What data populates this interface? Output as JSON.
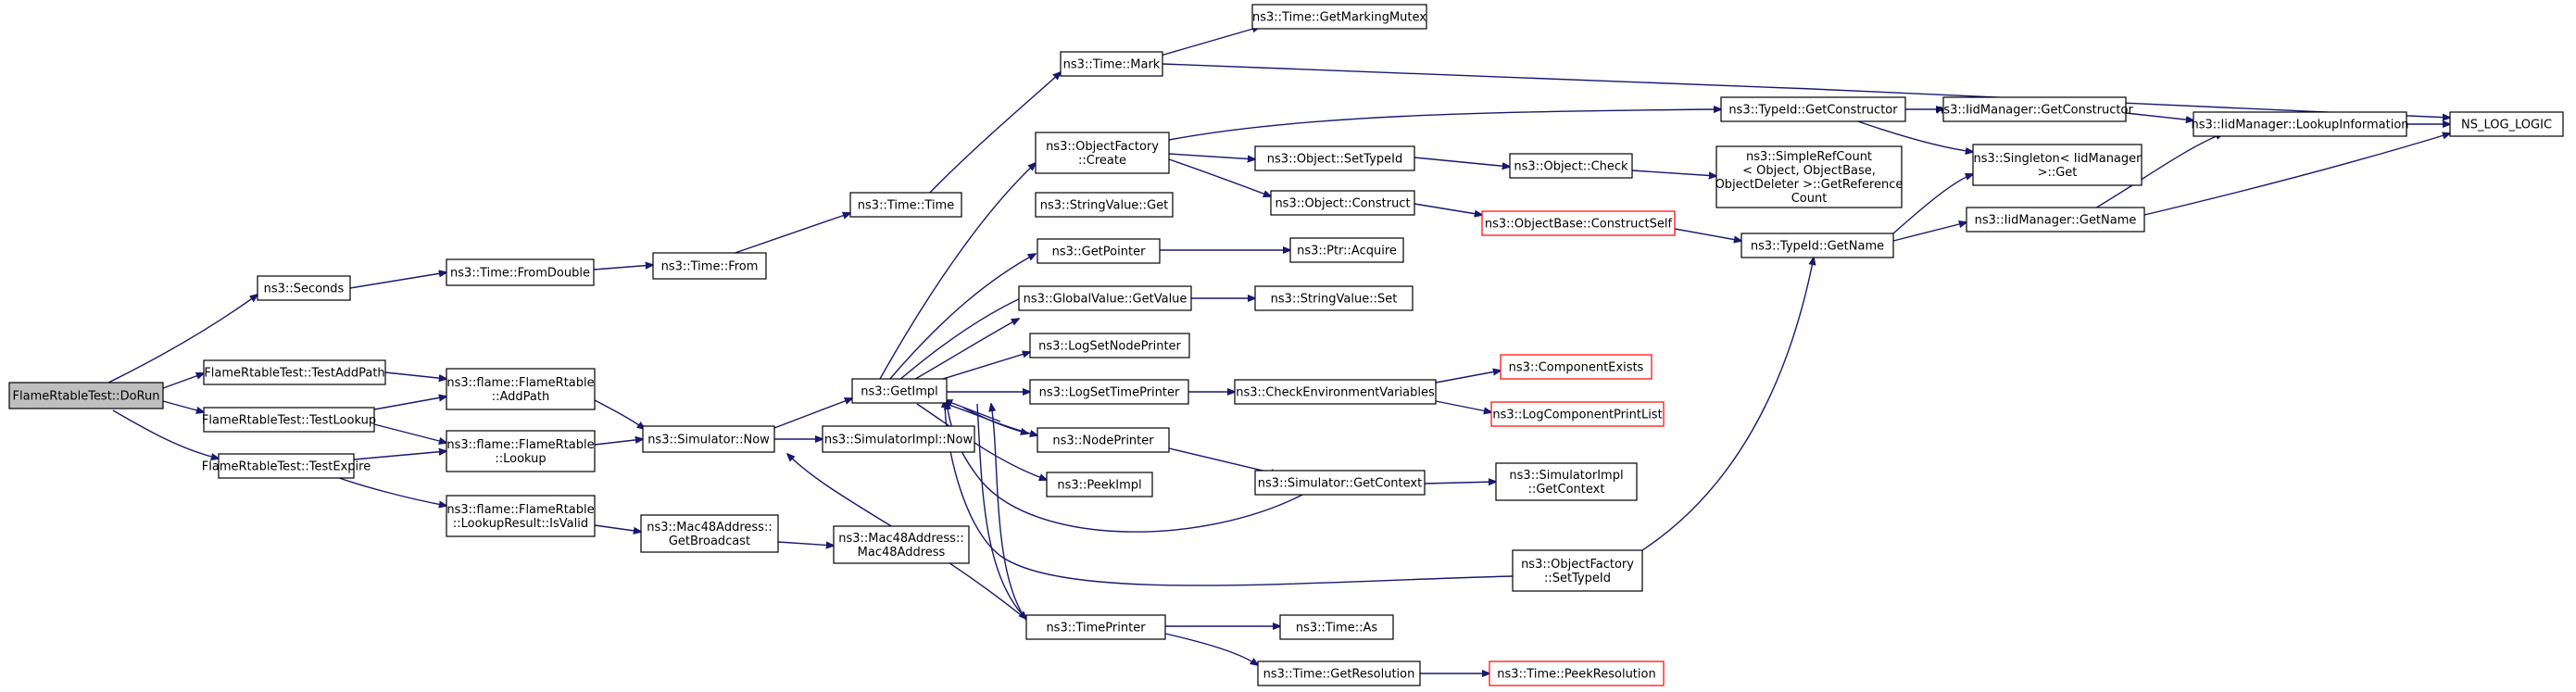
{
  "colors": {
    "edge": "#191970",
    "node_border": "#000000",
    "truncated_border": "#ff0000",
    "root_fill": "#bfbfbf",
    "background": "#ffffff"
  },
  "nodes": {
    "doRun": {
      "lines": [
        "FlameRtableTest::DoRun"
      ],
      "root": true
    },
    "seconds": {
      "lines": [
        "ns3::Seconds"
      ]
    },
    "testAddPath": {
      "lines": [
        "FlameRtableTest::TestAddPath"
      ]
    },
    "testLookup": {
      "lines": [
        "FlameRtableTest::TestLookup"
      ]
    },
    "testExpire": {
      "lines": [
        "FlameRtableTest::TestExpire"
      ]
    },
    "fromDouble": {
      "lines": [
        "ns3::Time::FromDouble"
      ]
    },
    "addPath": {
      "lines": [
        "ns3::flame::FlameRtable",
        "::AddPath"
      ]
    },
    "lookup": {
      "lines": [
        "ns3::flame::FlameRtable",
        "::Lookup"
      ]
    },
    "isValid": {
      "lines": [
        "ns3::flame::FlameRtable",
        "::LookupResult::IsValid"
      ]
    },
    "timeFrom": {
      "lines": [
        "ns3::Time::From"
      ]
    },
    "simNow": {
      "lines": [
        "ns3::Simulator::Now"
      ]
    },
    "getBroadcast": {
      "lines": [
        "ns3::Mac48Address::",
        "GetBroadcast"
      ]
    },
    "timeTime": {
      "lines": [
        "ns3::Time::Time"
      ]
    },
    "simImplNow": {
      "lines": [
        "ns3::SimulatorImpl::Now"
      ]
    },
    "mac48Ctor": {
      "lines": [
        "ns3::Mac48Address::",
        "Mac48Address"
      ]
    },
    "getImpl": {
      "lines": [
        "ns3::GetImpl"
      ]
    },
    "timeMark": {
      "lines": [
        "ns3::Time::Mark"
      ]
    },
    "markingMutex": {
      "lines": [
        "ns3::Time::GetMarkingMutex"
      ]
    },
    "ofCreate": {
      "lines": [
        "ns3::ObjectFactory",
        "::Create"
      ]
    },
    "strValGet": {
      "lines": [
        "ns3::StringValue::Get"
      ]
    },
    "getPointer": {
      "lines": [
        "ns3::GetPointer"
      ]
    },
    "gvGetValue": {
      "lines": [
        "ns3::GlobalValue::GetValue"
      ]
    },
    "logSetNode": {
      "lines": [
        "ns3::LogSetNodePrinter"
      ]
    },
    "logSetTime": {
      "lines": [
        "ns3::LogSetTimePrinter"
      ]
    },
    "nodePrinter": {
      "lines": [
        "ns3::NodePrinter"
      ]
    },
    "peekImpl": {
      "lines": [
        "ns3::PeekImpl"
      ]
    },
    "timePrinter": {
      "lines": [
        "ns3::TimePrinter"
      ]
    },
    "objSetTypeId": {
      "lines": [
        "ns3::Object::SetTypeId"
      ]
    },
    "objConstruct": {
      "lines": [
        "ns3::Object::Construct"
      ]
    },
    "ptrAcquire": {
      "lines": [
        "ns3::Ptr::Acquire"
      ]
    },
    "strValSet": {
      "lines": [
        "ns3::StringValue::Set"
      ]
    },
    "checkEnv": {
      "lines": [
        "ns3::CheckEnvironmentVariables"
      ]
    },
    "simGetContext": {
      "lines": [
        "ns3::Simulator::GetContext"
      ]
    },
    "timeAs": {
      "lines": [
        "ns3::Time::As"
      ]
    },
    "getResolution": {
      "lines": [
        "ns3::Time::GetResolution"
      ]
    },
    "objCheck": {
      "lines": [
        "ns3::Object::Check"
      ]
    },
    "constructSelf": {
      "lines": [
        "ns3::ObjectBase::ConstructSelf"
      ],
      "truncated": true
    },
    "compExists": {
      "lines": [
        "ns3::ComponentExists"
      ],
      "truncated": true
    },
    "logCompPrint": {
      "lines": [
        "ns3::LogComponentPrintList"
      ],
      "truncated": true
    },
    "simImplGetContext": {
      "lines": [
        "ns3::SimulatorImpl",
        "::GetContext"
      ]
    },
    "ofSetTypeId": {
      "lines": [
        "ns3::ObjectFactory",
        "::SetTypeId"
      ]
    },
    "peekResolution": {
      "lines": [
        "ns3::Time::PeekResolution"
      ],
      "truncated": true
    },
    "simpleRefCount": {
      "lines": [
        "ns3::SimpleRefCount",
        "< Object, ObjectBase,",
        "ObjectDeleter >::GetReference",
        "Count"
      ]
    },
    "typeIdGetCtor": {
      "lines": [
        "ns3::TypeId::GetConstructor"
      ]
    },
    "typeIdGetName": {
      "lines": [
        "ns3::TypeId::GetName"
      ]
    },
    "iidGetCtor": {
      "lines": [
        "ns3::IidManager::GetConstructor"
      ]
    },
    "singletonGet": {
      "lines": [
        "ns3::Singleton< IidManager",
        " >::Get"
      ]
    },
    "iidGetName": {
      "lines": [
        "ns3::IidManager::GetName"
      ]
    },
    "iidLookupInfo": {
      "lines": [
        "ns3::IidManager::LookupInformation"
      ]
    },
    "nsLogLogic": {
      "lines": [
        "NS_LOG_LOGIC"
      ]
    }
  }
}
